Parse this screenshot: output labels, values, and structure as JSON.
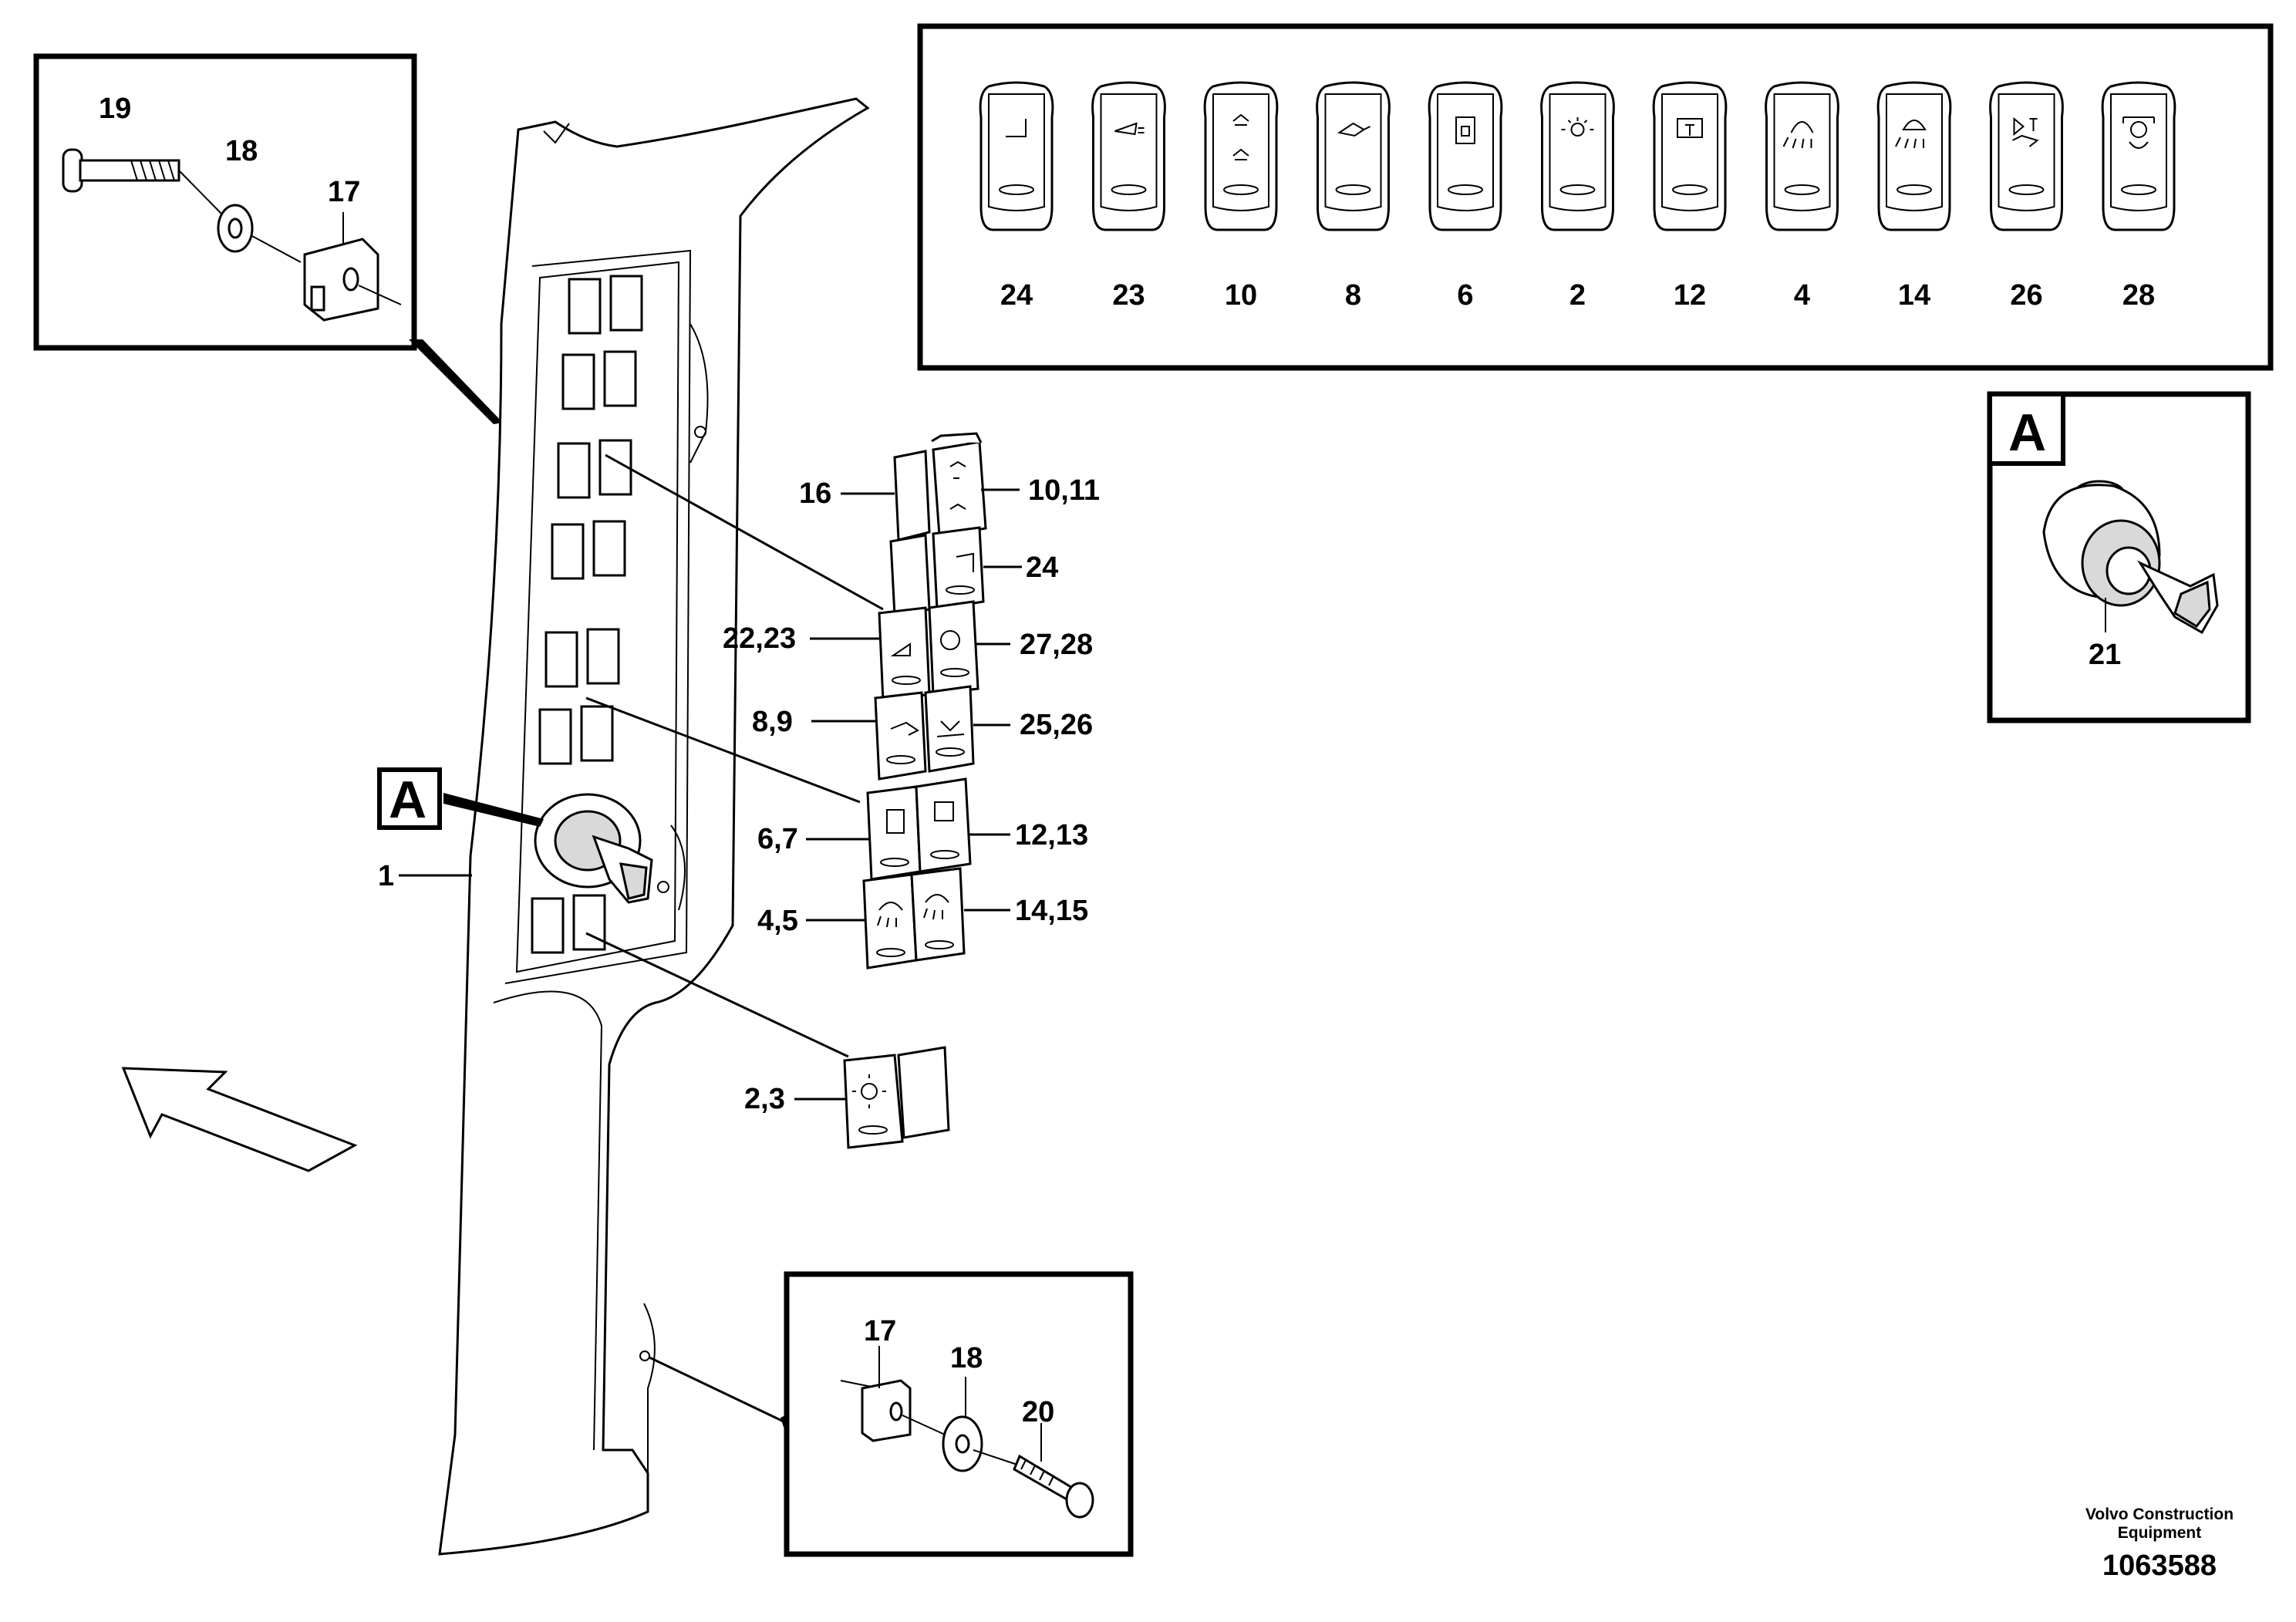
{
  "detail_A_label": "A",
  "rocker_switch_row": [
    "24",
    "23",
    "10",
    "8",
    "6",
    "2",
    "12",
    "4",
    "14",
    "26",
    "28"
  ],
  "panel_callouts": {
    "c16": "16",
    "c10_11": "10,11",
    "c24": "24",
    "c22_23": "22,23",
    "c27_28": "27,28",
    "c8_9": "8,9",
    "c25_26": "25,26",
    "c6_7": "6,7",
    "c12_13": "12,13",
    "c4_5": "4,5",
    "c14_15": "14,15",
    "c2_3": "2,3",
    "c1": "1"
  },
  "top_detail": {
    "bolt": "19",
    "washer": "18",
    "clip": "17"
  },
  "bottom_detail": {
    "clip": "17",
    "washer": "18",
    "bolt": "20"
  },
  "key_switch": "21",
  "publisher_line1": "Volvo Construction",
  "publisher_line2": "Equipment",
  "drawing_number": "1063588",
  "icons": [
    "blank-rocker-icon",
    "wiper-icon",
    "fan-icon",
    "hammer-icon",
    "beacon-lock-icon",
    "work-light-icon",
    "wiper-washer-icon",
    "headlight-icon",
    "headlight-low-icon",
    "boom-float-icon",
    "rotation-icon"
  ]
}
